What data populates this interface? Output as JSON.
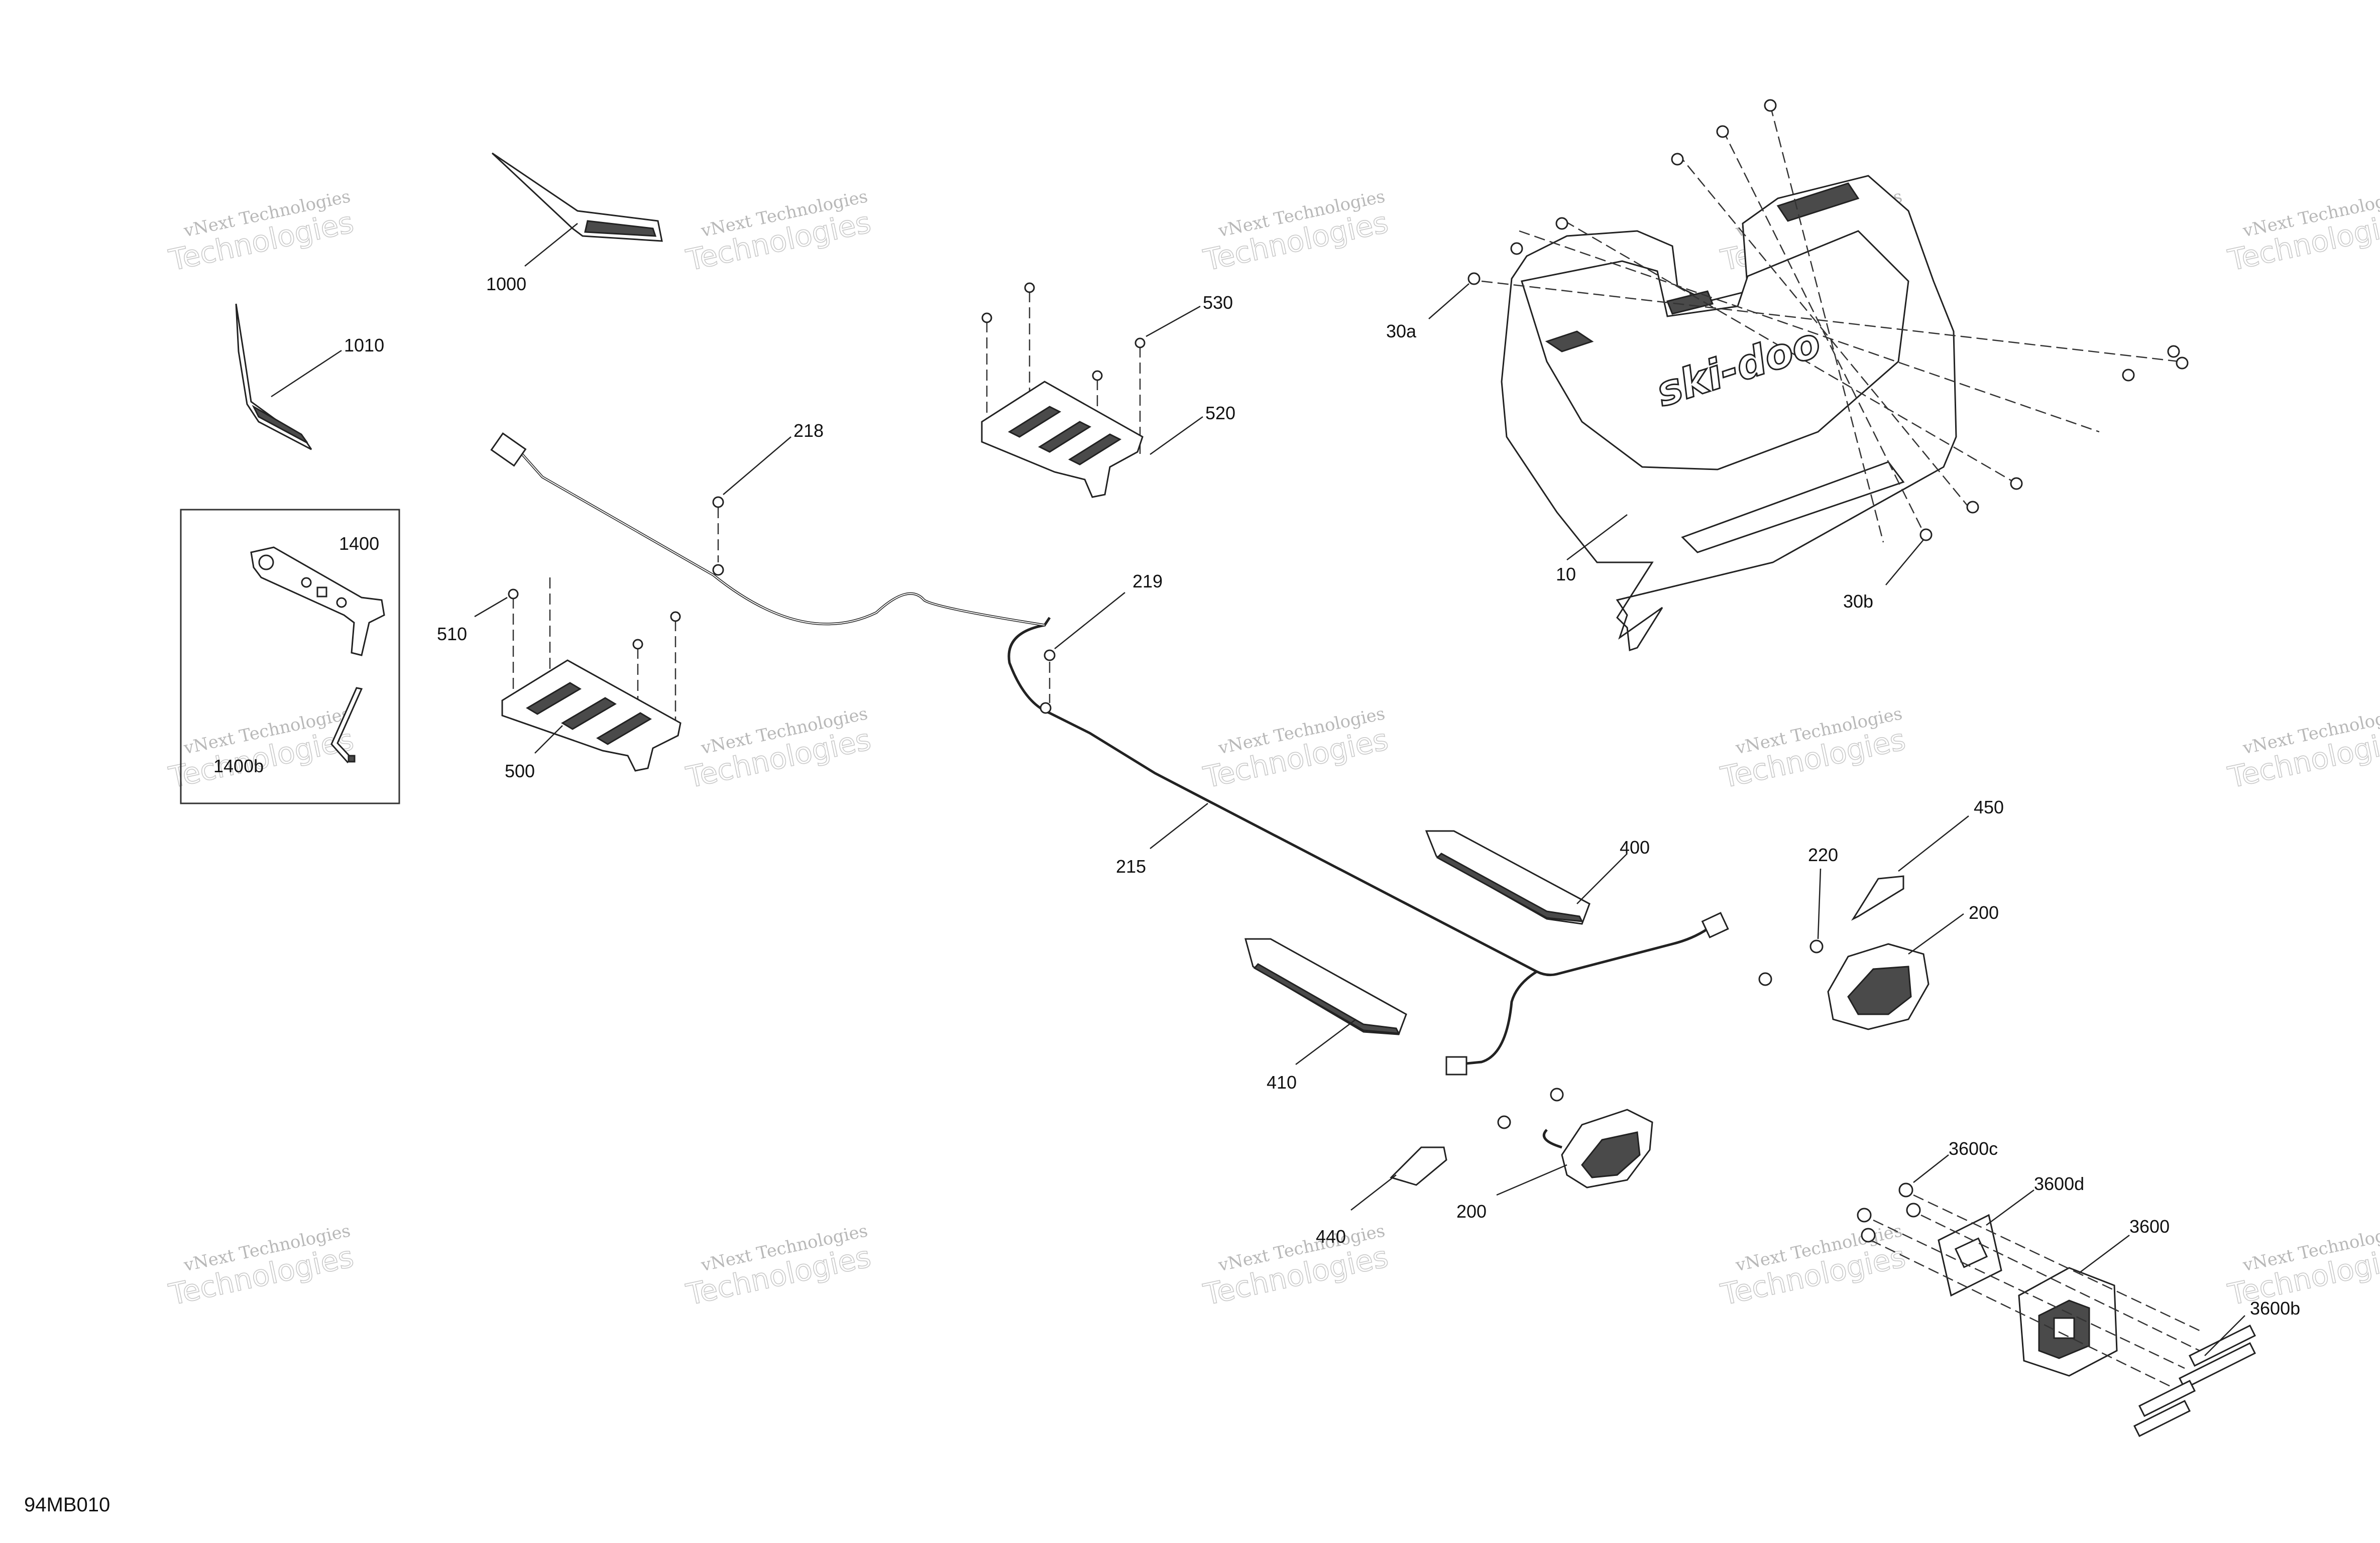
{
  "diagram": {
    "code": "94MB010",
    "watermark": {
      "line1": "vNext Technologies",
      "line2": "Technologies"
    },
    "callouts": {
      "c1000": "1000",
      "c1010": "1010",
      "c1400": "1400",
      "c1400b": "1400b",
      "c510": "510",
      "c500": "500",
      "c530": "530",
      "c520": "520",
      "c218": "218",
      "c219": "219",
      "c215": "215",
      "c30a": "30a",
      "c30b": "30b",
      "c10": "10",
      "c400": "400",
      "c410": "410",
      "c440": "440",
      "c450": "450",
      "c220": "220",
      "c200a": "200",
      "c200b": "200",
      "c3600c": "3600c",
      "c3600d": "3600d",
      "c3600": "3600",
      "c3600b": "3600b"
    },
    "brand_text": "ski-doo"
  }
}
